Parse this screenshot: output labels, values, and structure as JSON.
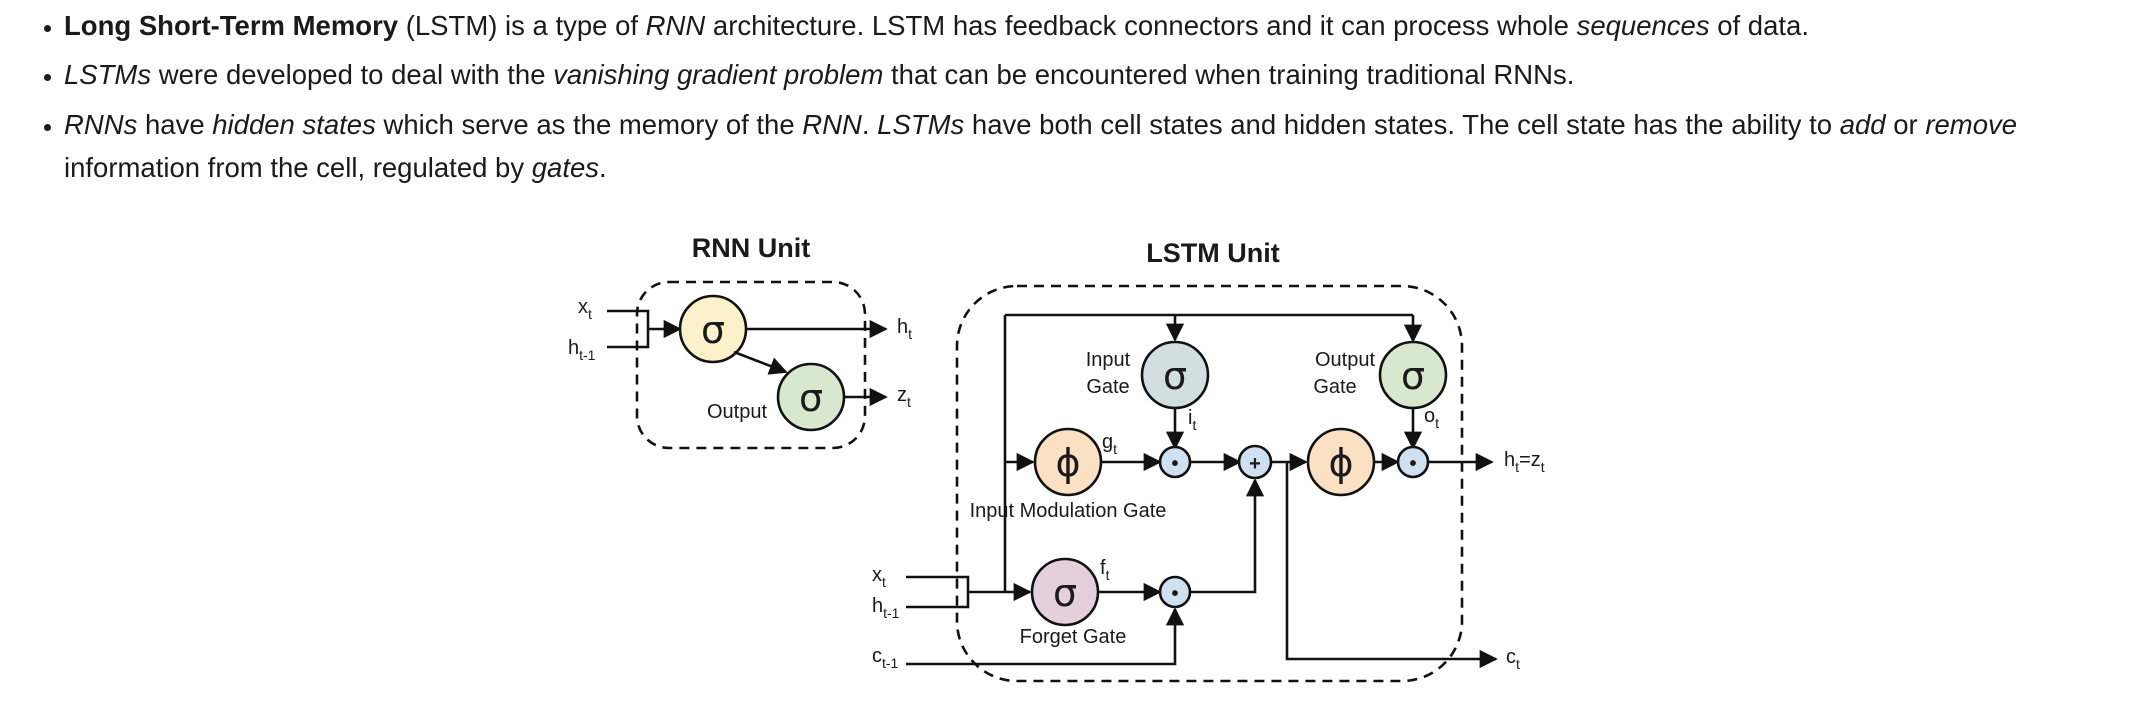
{
  "bullets": [
    [
      {
        "t": "Long Short-Term Memory",
        "s": "b"
      },
      {
        "t": " (LSTM) is a type of "
      },
      {
        "t": "RNN",
        "s": "i"
      },
      {
        "t": " architecture. LSTM has feedback connectors and it can process whole "
      },
      {
        "t": "sequences",
        "s": "i"
      },
      {
        "t": " of data."
      }
    ],
    [
      {
        "t": "LSTMs",
        "s": "i"
      },
      {
        "t": " were developed to deal with the "
      },
      {
        "t": "vanishing gradient problem",
        "s": "i"
      },
      {
        "t": " that can be encountered when training traditional RNNs."
      }
    ],
    [
      {
        "t": "RNNs",
        "s": "i"
      },
      {
        "t": " have "
      },
      {
        "t": "hidden states",
        "s": "i"
      },
      {
        "t": " which serve as the memory of the "
      },
      {
        "t": "RNN",
        "s": "i"
      },
      {
        "t": ". "
      },
      {
        "t": "LSTMs",
        "s": "i"
      },
      {
        "t": " have both cell states and hidden states. The cell state has the ability to "
      },
      {
        "t": "add",
        "s": "i"
      },
      {
        "t": " or "
      },
      {
        "t": "remove",
        "s": "i"
      },
      {
        "t": " information from the cell, regulated by "
      },
      {
        "t": "gates",
        "s": "i"
      },
      {
        "t": "."
      }
    ]
  ],
  "rnn": {
    "title": "RNN Unit",
    "input_x": "x",
    "input_x_sub": "t",
    "input_h": "h",
    "input_h_sub": "t-1",
    "sigma1": "σ",
    "sigma2": "σ",
    "output_label": "Output",
    "out_h": "h",
    "out_h_sub": "t",
    "out_z": "z",
    "out_z_sub": "t"
  },
  "lstm": {
    "title": "LSTM Unit",
    "input_gate_line1": "Input",
    "input_gate_line2": "Gate",
    "output_gate_line1": "Output",
    "output_gate_line2": "Gate",
    "input_mod_gate": "Input Modulation Gate",
    "forget_gate": "Forget Gate",
    "sigma": "σ",
    "phi": "ϕ",
    "dot": "•",
    "plus": "+",
    "i": "i",
    "i_sub": "t",
    "o": "o",
    "o_sub": "t",
    "g": "g",
    "g_sub": "t",
    "f": "f",
    "f_sub": "t",
    "x": "x",
    "x_sub": "t",
    "h": "h",
    "h_sub": "t-1",
    "c": "c",
    "c_sub": "t-1",
    "out_h": "h",
    "out_h_sub": "t",
    "out_eq": "=z",
    "out_z_sub": "t",
    "out_c": "c",
    "out_c_sub": "t"
  },
  "colors": {
    "sigma_yellow": "#fdf1cc",
    "sigma_green": "#d7e8cf",
    "sigma_blue": "#d2dee2",
    "phi_orange": "#fbe0c3",
    "sigma_pink": "#e6cfdc",
    "op_blue": "#cfe0f0"
  }
}
